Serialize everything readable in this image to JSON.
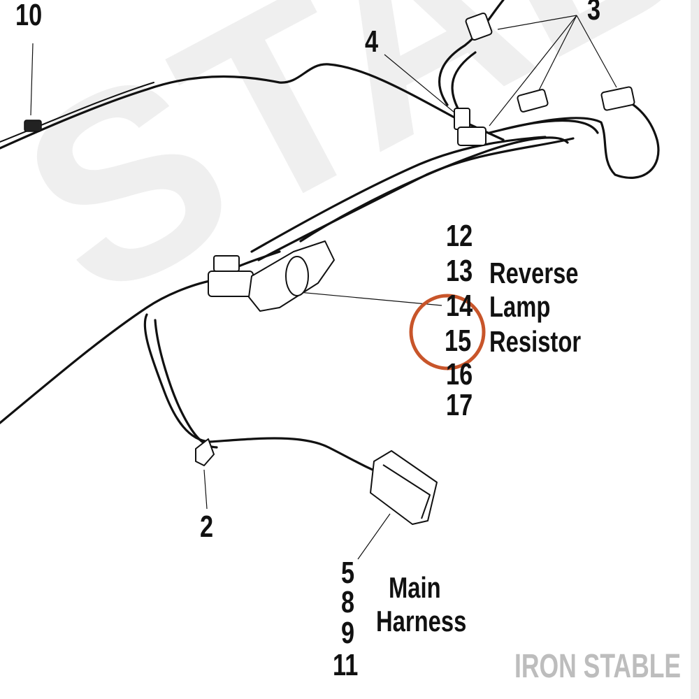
{
  "callouts": {
    "c10": "10",
    "c4": "4",
    "c3": "3",
    "c12": "12",
    "c13": "13",
    "c14": "14",
    "c15": "15",
    "c16": "16",
    "c17": "17",
    "c2": "2",
    "c5": "5",
    "c8": "8",
    "c9": "9",
    "c11": "11"
  },
  "labels": {
    "reverse_lamp_resistor": [
      "Reverse",
      "Lamp",
      "Resistor"
    ],
    "main_harness": [
      "Main",
      "Harness"
    ]
  },
  "watermark": {
    "text": "IRON STABLE",
    "background_text": "STABLE"
  },
  "highlight": {
    "target_callout": "15",
    "color": "#c8552a"
  },
  "colors": {
    "line": "#111111",
    "watermark_light": "#efefef",
    "watermark_text": "#bdbdbd"
  }
}
